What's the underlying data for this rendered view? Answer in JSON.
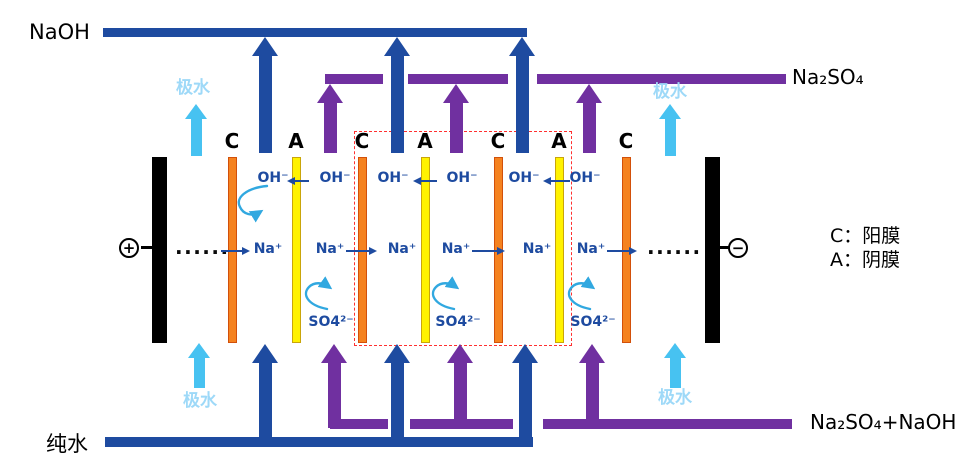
{
  "labels": {
    "naoh": "NaOH",
    "na2so4": "Na₂SO₄",
    "pure_water": "纯水",
    "mixed_feed": "Na₂SO₄+NaOH",
    "electrode_water": "极水",
    "dots": "......"
  },
  "legend": {
    "cation_membrane": "C：阳膜",
    "anion_membrane": "A：阴膜"
  },
  "terminals": {
    "positive": "+",
    "negative": "−"
  },
  "membrane_labels": [
    "C",
    "A",
    "C",
    "A",
    "C",
    "A",
    "C"
  ],
  "ions": {
    "hydroxide": "OH⁻",
    "sodium": "Na⁺",
    "sulfate": "SO4²⁻"
  },
  "colors": {
    "navy": "#1E4BA0",
    "purple": "#7030A0",
    "sky": "#47C2F1",
    "skytext": "#9ED9F8",
    "cyan": "#31A8E0",
    "orange": "#F5821F",
    "orange-border": "#D2500A",
    "yellow": "#FFF200",
    "yellow-border": "#C9A50A",
    "red": "#FF3030"
  }
}
